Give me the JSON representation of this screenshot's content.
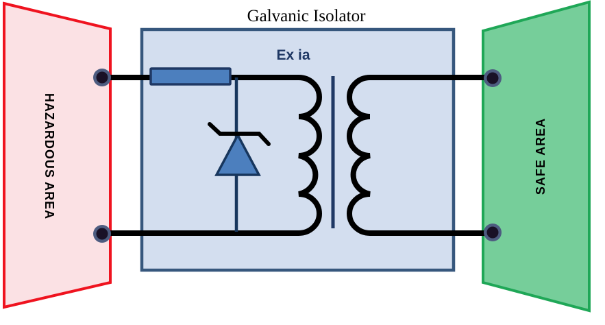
{
  "diagram": {
    "title": "Galvanic Isolator",
    "isolator": {
      "protection_marking": "Ex ia",
      "box_fill": "#D3DEEF",
      "box_border": "#36577D"
    },
    "areas": {
      "hazardous": {
        "label": "HAZARDOUS AREA",
        "fill": "#FBE1E4",
        "border": "#EF131F",
        "text_color": "#000000"
      },
      "safe": {
        "label": "SAFE AREA",
        "fill": "#76CE9A",
        "border": "#1FA757",
        "text_color": "#000000"
      }
    },
    "components": {
      "resistor": {
        "name": "series-resistor",
        "fill": "#4C7FBE",
        "border": "#1F3864"
      },
      "zener_diode": {
        "name": "zener-shunt-diode",
        "fill": "#4C7FBE",
        "border": "#17365D",
        "cathode_color": "#000000"
      },
      "transformer": {
        "name": "isolation-transformer",
        "coil_turns_per_side": 4,
        "coil_color": "#000000",
        "core_color": "#1F3864"
      },
      "terminals": {
        "count": 4,
        "ring_color": "#4D5C80",
        "center_color": "#191126"
      },
      "wire_color": "#000000"
    }
  }
}
